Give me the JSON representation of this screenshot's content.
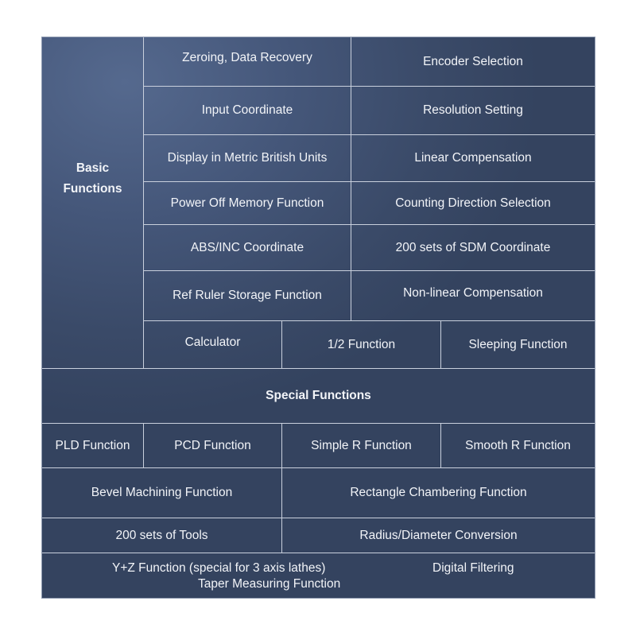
{
  "basic": {
    "heading_line1": "Basic",
    "heading_line2": "Functions",
    "rows": [
      [
        "Zeroing, Data Recovery",
        "Encoder Selection"
      ],
      [
        "Input Coordinate",
        "Resolution Setting"
      ],
      [
        "Display in Metric British Units",
        "Linear Compensation"
      ],
      [
        "Power Off Memory Function",
        "Counting Direction Selection"
      ],
      [
        "ABS/INC Coordinate",
        "200 sets of SDM Coordinate"
      ],
      [
        "Ref Ruler Storage Function",
        "Non-linear Compensation"
      ]
    ],
    "last_row": [
      "Calculator",
      "1/2 Function",
      "Sleeping Function"
    ]
  },
  "special": {
    "heading": "Special Functions",
    "row1": [
      "PLD Function",
      "PCD Function",
      "Simple R Function",
      "Smooth R Function"
    ],
    "row2": [
      "Bevel Machining Function",
      "Rectangle Chambering Function"
    ],
    "row3": [
      "200 sets of Tools",
      "Radius/Diameter Conversion"
    ],
    "row4_left": "Y+Z Function (special for 3 axis lathes)",
    "row4_right": "Digital Filtering",
    "row4_bottom": "Taper Measuring Function"
  }
}
